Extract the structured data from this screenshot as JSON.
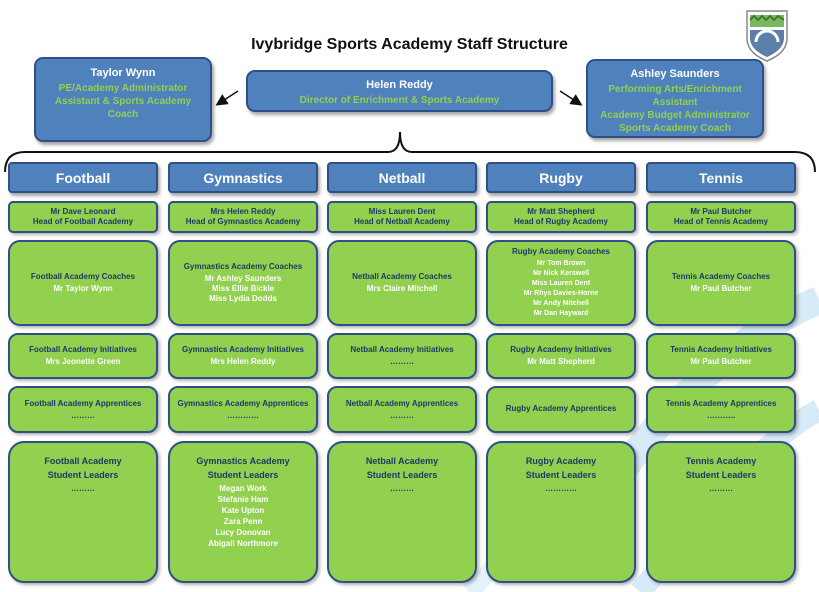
{
  "title": "Ivybridge Sports Academy Staff Structure",
  "top": [
    {
      "name": "Taylor Wynn",
      "roles": [
        "PE/Academy Administrator",
        "Assistant & Sports Academy",
        "Coach"
      ]
    },
    {
      "name": "Helen Reddy",
      "roles": [
        "Director of Enrichment & Sports Academy"
      ]
    },
    {
      "name": "Ashley Saunders",
      "roles": [
        "Performing Arts/Enrichment",
        "Assistant",
        "Academy Budget Administrator",
        "Sports Academy Coach"
      ]
    }
  ],
  "columns": [
    {
      "name": "Football",
      "head": [
        "Mr Dave Leonard",
        "Head of Football Academy"
      ],
      "coaches": {
        "title": "Football Academy Coaches",
        "names": [
          "Mr Taylor Wynn"
        ]
      },
      "initiatives": {
        "title": "Football Academy Initiatives",
        "names": [
          "Mrs Jeonette Green"
        ]
      },
      "apprentices": {
        "title": "Football Academy Apprentices",
        "names": [
          "………"
        ]
      },
      "leaders": {
        "title": [
          "Football Academy",
          "Student Leaders"
        ],
        "names": [
          "………"
        ]
      }
    },
    {
      "name": "Gymnastics",
      "head": [
        "Mrs Helen Reddy",
        "Head of Gymnastics Academy"
      ],
      "coaches": {
        "title": "Gymnastics Academy Coaches",
        "names": [
          "Mr Ashley Saunders",
          "Miss Ellie Bickle",
          "Miss Lydia Dodds"
        ]
      },
      "initiatives": {
        "title": "Gymnastics Academy Initiatives",
        "names": [
          "Mrs Helen Reddy"
        ]
      },
      "apprentices": {
        "title": "Gymnastics Academy Apprentices",
        "names": [
          "…………"
        ]
      },
      "leaders": {
        "title": [
          "Gymnastics Academy",
          "Student Leaders"
        ],
        "names": [
          "Megan Work",
          "Stefanie Ham",
          "Kate Upton",
          "Zara Penn",
          "Lucy Donovan",
          "Abigail Northmore"
        ]
      }
    },
    {
      "name": "Netball",
      "head": [
        "Miss Lauren Dent",
        "Head of Netball Academy"
      ],
      "coaches": {
        "title": "Netball Academy Coaches",
        "names": [
          "Mrs Claire Mitchell"
        ]
      },
      "initiatives": {
        "title": "Netball Academy Initiatives",
        "names": [
          "………"
        ]
      },
      "apprentices": {
        "title": "Netball Academy Apprentices",
        "names": [
          "………"
        ]
      },
      "leaders": {
        "title": [
          "Netball Academy",
          "Student Leaders"
        ],
        "names": [
          "………"
        ]
      }
    },
    {
      "name": "Rugby",
      "head": [
        "Mr Matt Shepherd",
        "Head of Rugby Academy"
      ],
      "coaches": {
        "title": "Rugby Academy Coaches",
        "names": [
          "Mr Tom Brown",
          "Mr Nick Kerswell",
          "Miss Lauren Dent",
          "Mr Rhys Davies-Horne",
          "Mr Andy Mitchell",
          "Mr Dan Hayward"
        ]
      },
      "initiatives": {
        "title": "Rugby Academy Initiatives",
        "names": [
          "Mr Matt Shepherd"
        ]
      },
      "apprentices": {
        "title": "Rugby Academy Apprentices",
        "names": []
      },
      "leaders": {
        "title": [
          "Rugby Academy",
          "Student Leaders"
        ],
        "names": [
          "…………"
        ]
      }
    },
    {
      "name": "Tennis",
      "head": [
        "Mr Paul Butcher",
        "Head of Tennis Academy"
      ],
      "coaches": {
        "title": "Tennis Academy Coaches",
        "names": [
          "Mr Paul Butcher"
        ]
      },
      "initiatives": {
        "title": "Tennis Academy Initiatives",
        "names": [
          "Mr Paul Butcher"
        ]
      },
      "apprentices": {
        "title": "Tennis Academy Apprentices",
        "names": [
          "……….."
        ]
      },
      "leaders": {
        "title": [
          "Tennis Academy",
          "Student Leaders"
        ],
        "names": [
          "………"
        ]
      }
    }
  ],
  "colors": {
    "blue": "#4f81bd",
    "green": "#92d050",
    "dark": "#1f3864",
    "watermark": "#d6ebf7"
  }
}
